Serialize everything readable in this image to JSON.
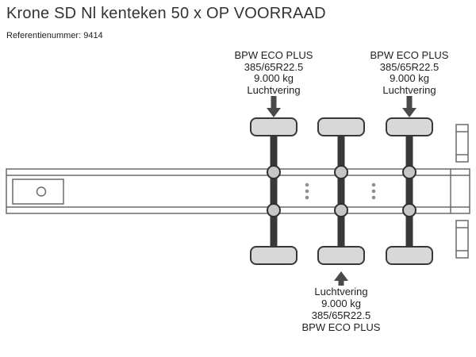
{
  "header": {
    "title": "Krone SD Nl kenteken 50 x OP VOORRAAD",
    "reference": "Referentienummer: 9414"
  },
  "annotations": {
    "axle1_top": {
      "lines": [
        "BPW ECO PLUS",
        "385/65R22.5",
        "9.000 kg",
        "Luchtvering"
      ]
    },
    "axle3_top": {
      "lines": [
        "BPW ECO PLUS",
        "385/65R22.5",
        "9.000 kg",
        "Luchtvering"
      ]
    },
    "axle2_bottom": {
      "lines": [
        "Luchtvering",
        "9.000 kg",
        "385/65R22.5",
        "BPW ECO PLUS"
      ]
    }
  },
  "diagram": {
    "subject": "trailer-chassis-top-view",
    "axle_count": 3
  },
  "colors": {
    "background": "#ffffff",
    "text": "#2d2d2d",
    "diagram_line": "#6a6a6a",
    "axle_dark": "#383838",
    "wheel_fill": "#d8d8d8",
    "arrow": "#4a4a4a"
  }
}
